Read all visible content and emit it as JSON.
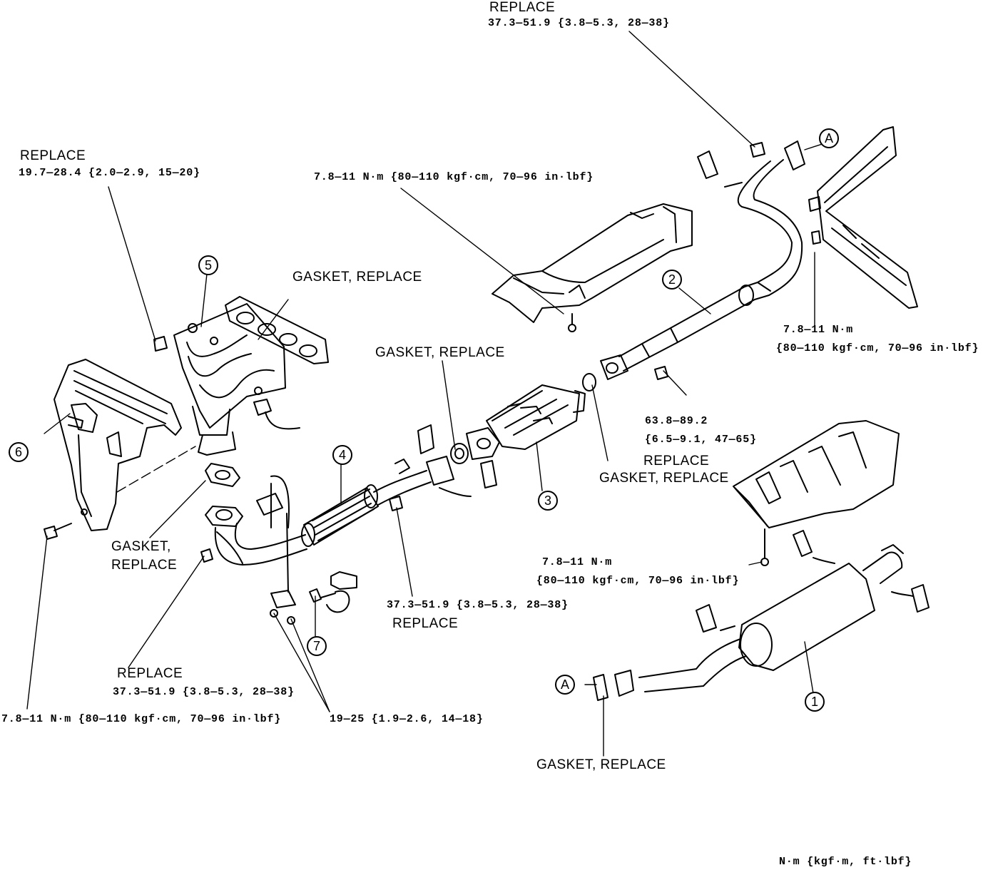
{
  "labels": {
    "replace_top": "REPLACE",
    "torque_top": "37.3—51.9 {3.8—5.3, 28—38}",
    "replace_left": "REPLACE",
    "torque_left": "19.7—28.4 {2.0—2.9, 15—20}",
    "torque_center_top": "7.8—11 N·m {80—110 kgf·cm, 70—96 in·lbf}",
    "gasket_manifold": "GASKET, REPLACE",
    "gasket_center": "GASKET, REPLACE",
    "torque_right_1": "7.8—11 N·m",
    "torque_right_2": "{80—110 kgf·cm, 70—96 in·lbf}",
    "torque_cat_1": "63.8—89.2",
    "torque_cat_2": "{6.5—9.1, 47—65}",
    "replace_cat": "REPLACE",
    "gasket_cat": "GASKET, REPLACE",
    "gasket_lower_left_1": "GASKET,",
    "gasket_lower_left_2": "REPLACE",
    "torque_muffler_1": "7.8—11 N·m",
    "torque_muffler_2": "{80—110 kgf·cm, 70—96 in·lbf}",
    "torque_flex": "37.3—51.9 {3.8—5.3, 28—38}",
    "replace_flex": "REPLACE",
    "replace_bottom_left": "REPLACE",
    "torque_bottom_left": "37.3—51.9 {3.8—5.3, 28—38}",
    "torque_bottom_far_left": "7.8—11 N·m {80—110 kgf·cm, 70—96 in·lbf}",
    "torque_o2": "19—25 {1.9—2.6, 14—18}",
    "gasket_muffler": "GASKET, REPLACE",
    "units": "N·m {kgf·m, ft·lbf}"
  },
  "callouts": {
    "c1": "1",
    "c2": "2",
    "c3": "3",
    "c4": "4",
    "c5": "5",
    "c6": "6",
    "c7": "7",
    "a_top": "A",
    "a_bottom": "A"
  }
}
